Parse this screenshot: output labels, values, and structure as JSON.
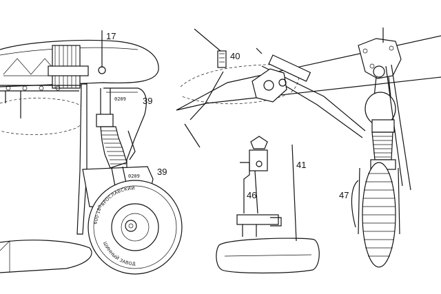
{
  "callouts": {
    "c17": "17",
    "c39a": "39",
    "c39b": "39",
    "c40": "40",
    "c41": "41",
    "c46": "46",
    "c47": "47"
  },
  "markings": {
    "strut_code_upper": "0209",
    "strut_code_lower": "0209",
    "tyre_size": "600·180",
    "tyre_maker_1": "ЯРОСЛАВСКИЙ",
    "tyre_maker_2": "ШИННЫЙ ЗАВОД"
  }
}
